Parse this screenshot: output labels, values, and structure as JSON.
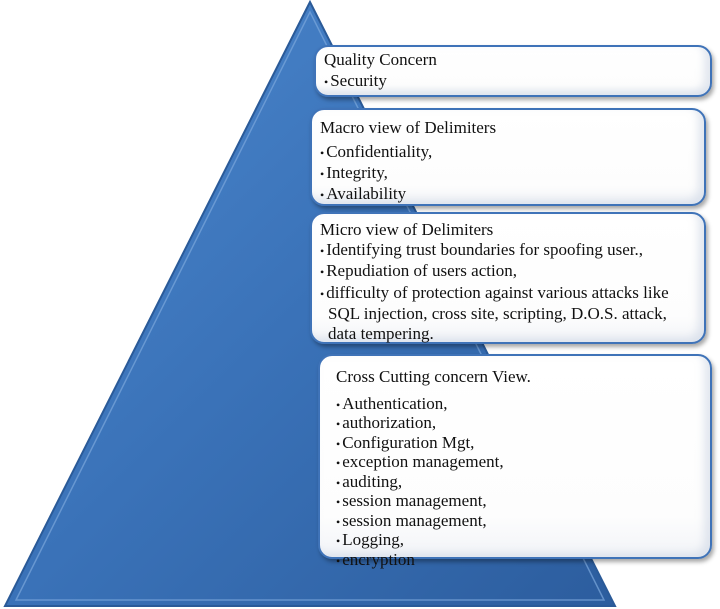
{
  "colors": {
    "pyramid": "#3a72b8",
    "pyramid_dark": "#2a5a98",
    "border": "#3f73b8"
  },
  "boxes": [
    {
      "title": "Quality Concern",
      "items": [
        "Security"
      ]
    },
    {
      "title": "Macro view of Delimiters",
      "items": [
        "Confidentiality,",
        "Integrity,",
        "Availability"
      ]
    },
    {
      "title": "Micro view of Delimiters",
      "items": [
        "Identifying trust boundaries for spoofing user.,",
        "Repudiation of users action,",
        "difficulty of protection against various attacks like SQL injection, cross site, scripting, D.O.S. attack, data tempering."
      ]
    },
    {
      "title": "Cross Cutting concern View.",
      "items": [
        "Authentication,",
        "authorization,",
        "Configuration Mgt,",
        "exception management,",
        "auditing,",
        "session management,",
        "session management,",
        "Logging,",
        "encryption"
      ]
    }
  ]
}
